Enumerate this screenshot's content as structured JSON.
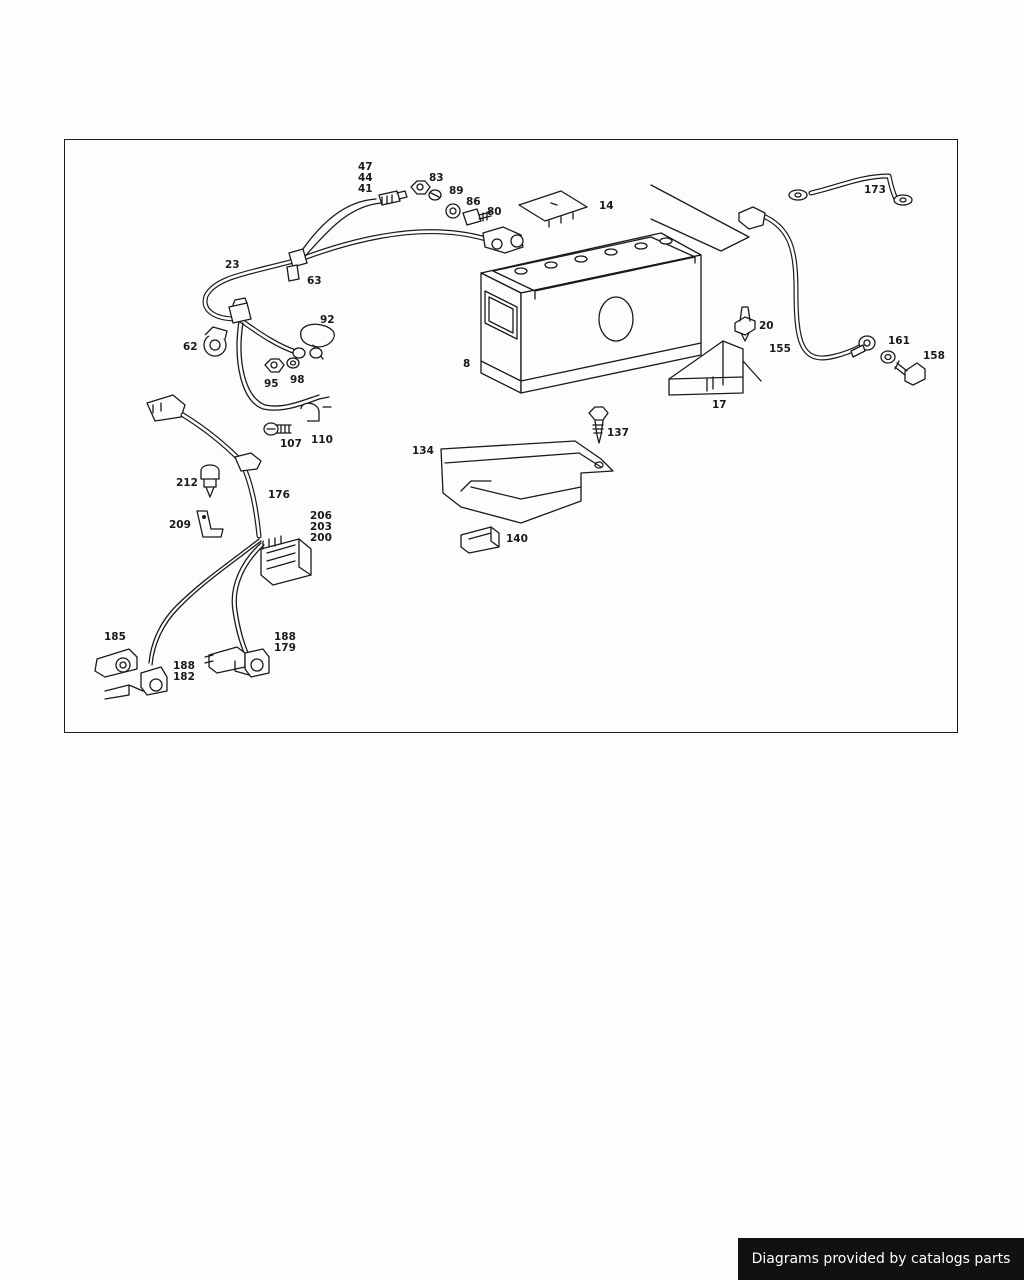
{
  "diagram": {
    "labels": {
      "l47": "47",
      "l44": "44",
      "l41": "41",
      "l83": "83",
      "l89": "89",
      "l86": "86",
      "l80": "80",
      "l14": "14",
      "l173": "173",
      "l23": "23",
      "l63": "63",
      "l92": "92",
      "l62": "62",
      "l95": "95",
      "l98": "98",
      "l8": "8",
      "l20": "20",
      "l155": "155",
      "l161": "161",
      "l158": "158",
      "l17": "17",
      "l107": "107",
      "l110": "110",
      "l137": "137",
      "l134": "134",
      "l212": "212",
      "l176": "176",
      "l209": "209",
      "l206": "206",
      "l203": "203",
      "l200": "200",
      "l140": "140",
      "l185": "185",
      "l188a": "188",
      "l182": "182",
      "l188b": "188",
      "l179": "179"
    }
  },
  "footer": {
    "credit": "Diagrams provided by catalogs parts"
  }
}
